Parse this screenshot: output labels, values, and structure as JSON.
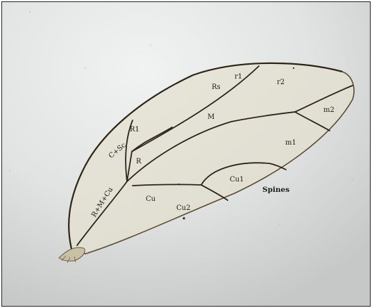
{
  "image": {
    "subject": "insect wing (microscope slide)"
  },
  "labels": {
    "r1": "r1",
    "rs": "Rs",
    "r2": "r2",
    "m": "M",
    "m2": "m2",
    "R1": "R1",
    "csc": "C+Sc",
    "m1": "m1",
    "R": "R",
    "cu1": "Cu1",
    "spines": "Spines",
    "rmcu": "R+M+Cu",
    "cu": "Cu",
    "cu2": "Cu2"
  },
  "colors": {
    "background_light": "#eceeed",
    "background_dark": "#c8cac9",
    "membrane": "#e4e1d3",
    "vein": "#2a2418",
    "margin": "#5b4a2c"
  }
}
